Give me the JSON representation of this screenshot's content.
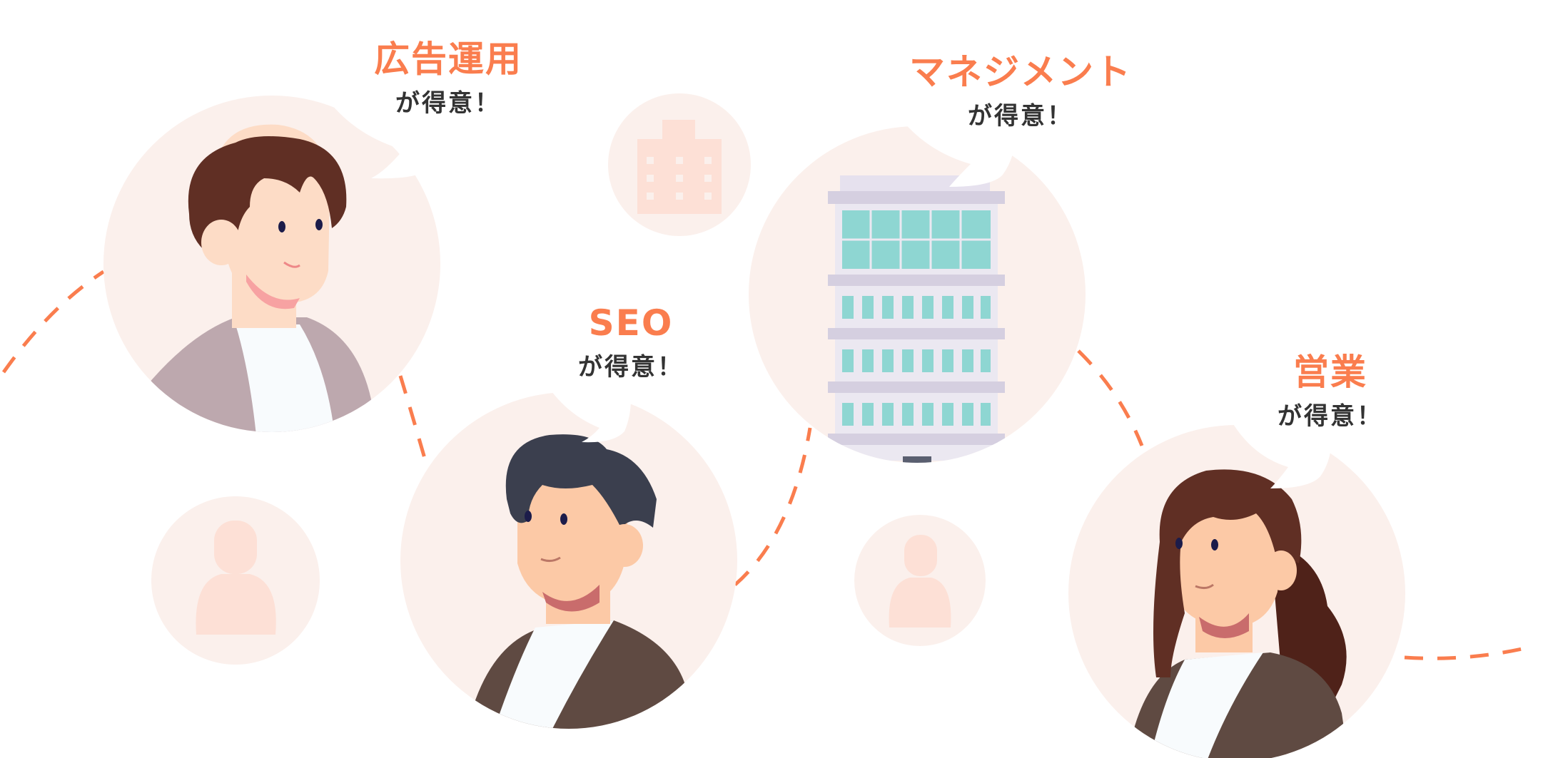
{
  "skills": [
    {
      "skill": "広告運用",
      "suffix": "が得意！"
    },
    {
      "skill": "SEO",
      "suffix": "が得意！"
    },
    {
      "skill": "マネジメント",
      "suffix": "が得意！"
    },
    {
      "skill": "営業",
      "suffix": "が得意！"
    }
  ],
  "colors": {
    "accent": "#fa7d4e",
    "circle": "#fbf0ec",
    "text": "#333333"
  }
}
